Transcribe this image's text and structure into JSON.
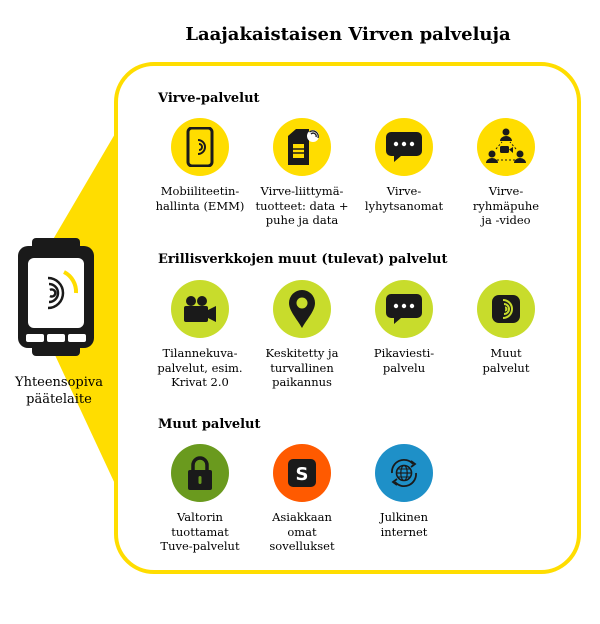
{
  "title": "Laajakaistaisen Virven palveluja",
  "device_label": "Yhteensopiva\npäätelaite",
  "colors": {
    "accent_yellow": "#ffdd00",
    "lime": "#c8dc2c",
    "green": "#6a9a1e",
    "orange": "#ff5a00",
    "blue": "#1e90c8",
    "dark": "#1a1a1a"
  },
  "sections": [
    {
      "title": "Virve-palvelut",
      "items": [
        {
          "label": "Mobiiliteetin-\nhallinta (EMM)",
          "icon": "phone-icon"
        },
        {
          "label": "Virve-liittymä-\ntuotteet: data +\npuhe ja data",
          "icon": "sim-card-icon"
        },
        {
          "label": "Virve-\nlyhytsanomat",
          "icon": "chat-bubble-icon"
        },
        {
          "label": "Virve-\nryhmäpuhe\nja -video",
          "icon": "group-video-icon"
        }
      ]
    },
    {
      "title": "Erillisverkkojen muut (tulevat) palvelut",
      "items": [
        {
          "label": "Tilannekuva-\npalvelut, esim.\nKrivat 2.0",
          "icon": "video-camera-icon"
        },
        {
          "label": "Keskitetty ja\nturvallinen\npaikannus",
          "icon": "location-pin-icon"
        },
        {
          "label": "Pikaviesti-\npalvelu",
          "icon": "chat-bubble-icon"
        },
        {
          "label": "Muut\npalvelut",
          "icon": "virve-logo-icon"
        }
      ]
    },
    {
      "title": "Muut palvelut",
      "items": [
        {
          "label": "Valtorin\ntuottamat\nTuve-palvelut",
          "icon": "padlock-icon"
        },
        {
          "label": "Asiakkaan\nomat\nsovellukset",
          "icon": "app-s-icon"
        },
        {
          "label": "Julkinen\ninternet",
          "icon": "globe-icon"
        }
      ]
    }
  ]
}
